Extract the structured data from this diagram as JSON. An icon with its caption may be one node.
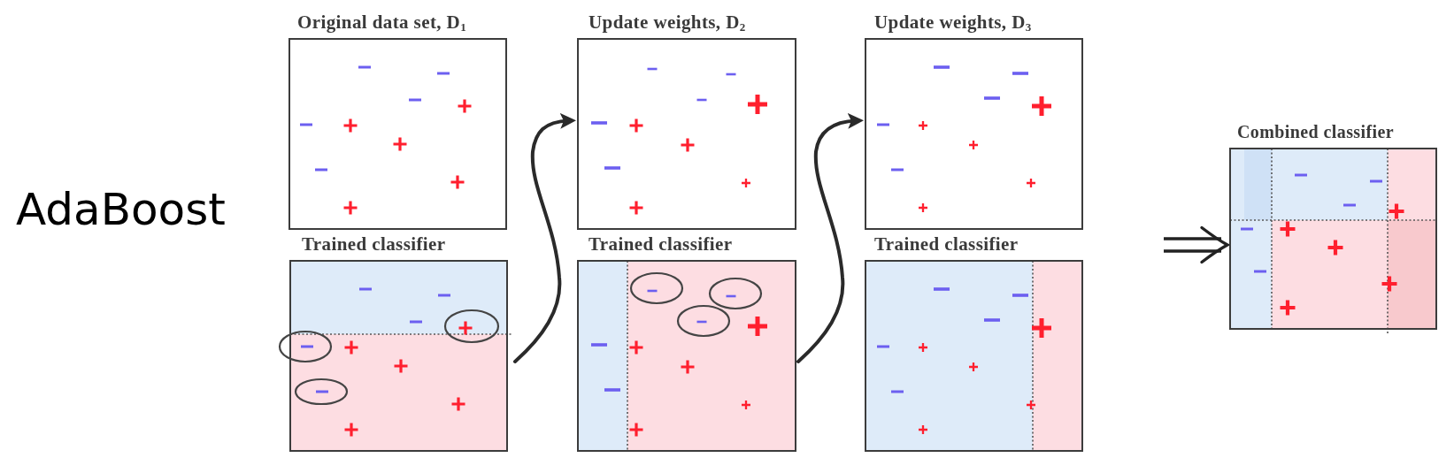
{
  "diagram": {
    "title": "AdaBoost",
    "nodes": [
      {
        "text": [
          "Original data set, D$_{1}$"
        ]
      },
      {
        "text": [
          "Trained classifier"
        ]
      },
      {
        "text": [
          "Update weights, D$_{2}$"
        ]
      },
      {
        "text": [
          "Trained classifier"
        ]
      },
      {
        "text": [
          "Update weights, D$_{3}$"
        ]
      },
      {
        "text": [
          "Trained classifier"
        ]
      },
      {
        "text": [
          "Combined classifier"
        ]
      }
    ],
    "edges": [
      {
        "from": 1,
        "to": 2,
        "arrow": "to"
      },
      {
        "from": 3,
        "to": 4,
        "arrow": "to"
      },
      {
        "from": null,
        "to": 6,
        "arrow": "to"
      }
    ]
  }
}
